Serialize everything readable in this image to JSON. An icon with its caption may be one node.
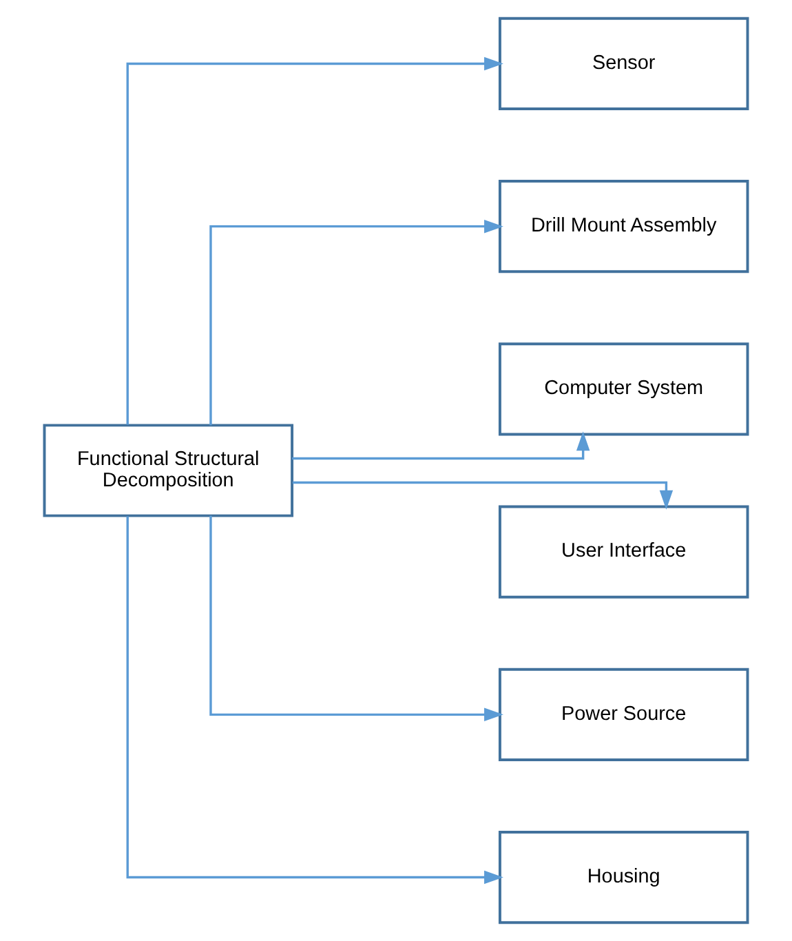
{
  "diagram": {
    "nodes": [
      {
        "text": [
          "Functional Structural Decomposition"
        ]
      },
      {
        "text": [
          "Sensor"
        ]
      },
      {
        "text": [
          "Drill Mount Assembly"
        ]
      },
      {
        "text": [
          "Computer System"
        ]
      },
      {
        "text": [
          "User Interface"
        ]
      },
      {
        "text": [
          "Power Source"
        ]
      },
      {
        "text": [
          "Housing"
        ]
      }
    ],
    "edges": [
      {
        "from": 0,
        "to": 1,
        "arrow": "to"
      },
      {
        "from": 0,
        "to": 2,
        "arrow": "to"
      },
      {
        "from": 0,
        "to": 3,
        "arrow": "to"
      },
      {
        "from": 0,
        "to": 4,
        "arrow": "to"
      },
      {
        "from": 0,
        "to": 5,
        "arrow": "to"
      },
      {
        "from": 0,
        "to": 6,
        "arrow": "to"
      }
    ]
  }
}
